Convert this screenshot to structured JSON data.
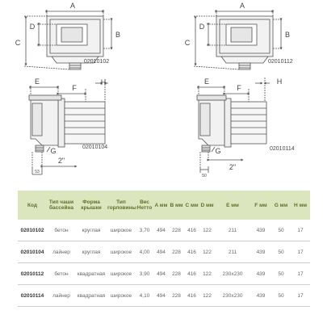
{
  "drawings": {
    "top_left": {
      "code": "02010102",
      "labels": {
        "a": "A",
        "b": "B",
        "c": "C",
        "d": "D"
      }
    },
    "top_right": {
      "code": "02010112",
      "labels": {
        "a": "A",
        "b": "B",
        "c": "C",
        "d": "D"
      }
    },
    "bottom_left": {
      "code": "02010104",
      "labels": {
        "e": "E",
        "f": "F",
        "g": "G",
        "h": "H",
        "pipe": "2\"",
        "dim": "53"
      }
    },
    "bottom_right": {
      "code": "02010114",
      "labels": {
        "e": "E",
        "f": "F",
        "g": "G",
        "h": "H",
        "pipe": "2\"",
        "dim": "50"
      }
    }
  },
  "table": {
    "headers": [
      "Код",
      "Тип чаши бассейна",
      "Форма крышки",
      "Тип горловины",
      "Вес Нетто",
      "A мм",
      "B мм",
      "C мм",
      "D мм",
      "E мм",
      "F мм",
      "G мм",
      "H мм"
    ],
    "rows": [
      [
        "02010102",
        "бетон",
        "круглая",
        "широкое",
        "3,70",
        "494",
        "228",
        "416",
        "122",
        "211",
        "439",
        "50",
        "17"
      ],
      [
        "02010104",
        "лайнер",
        "круглая",
        "широкое",
        "4,00",
        "494",
        "228",
        "416",
        "122",
        "211",
        "439",
        "50",
        "17"
      ],
      [
        "02010112",
        "бетон",
        "квадратная",
        "широкое",
        "3,90",
        "494",
        "228",
        "416",
        "122",
        "230x230",
        "439",
        "50",
        "17"
      ],
      [
        "02010114",
        "лайнер",
        "квадратная",
        "широкое",
        "4,10",
        "494",
        "228",
        "416",
        "122",
        "230x230",
        "439",
        "50",
        "17"
      ]
    ]
  },
  "colors": {
    "header_bg": "#dbe6bf",
    "header_text": "#5f6f2c",
    "line": "#555555"
  }
}
